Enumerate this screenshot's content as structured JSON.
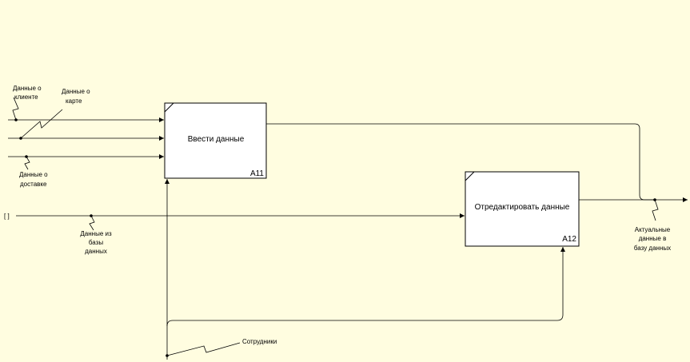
{
  "diagram": {
    "boxes": [
      {
        "title": "Ввести данные",
        "node": "A11"
      },
      {
        "title": "Отредактировать данные",
        "node": "A12"
      }
    ],
    "arrows": {
      "client_data": [
        "Данные о",
        "клиенте"
      ],
      "card_data": [
        "Данные о",
        "карте"
      ],
      "delivery_data": [
        "Данные о",
        "доставке"
      ],
      "db_data": [
        "Данные из",
        "базы",
        "данных"
      ],
      "output": [
        "Актуальные",
        "данные в",
        "базу данных"
      ],
      "staff": [
        "Сотрудники"
      ]
    },
    "tunnel_mark": "[ ]"
  }
}
